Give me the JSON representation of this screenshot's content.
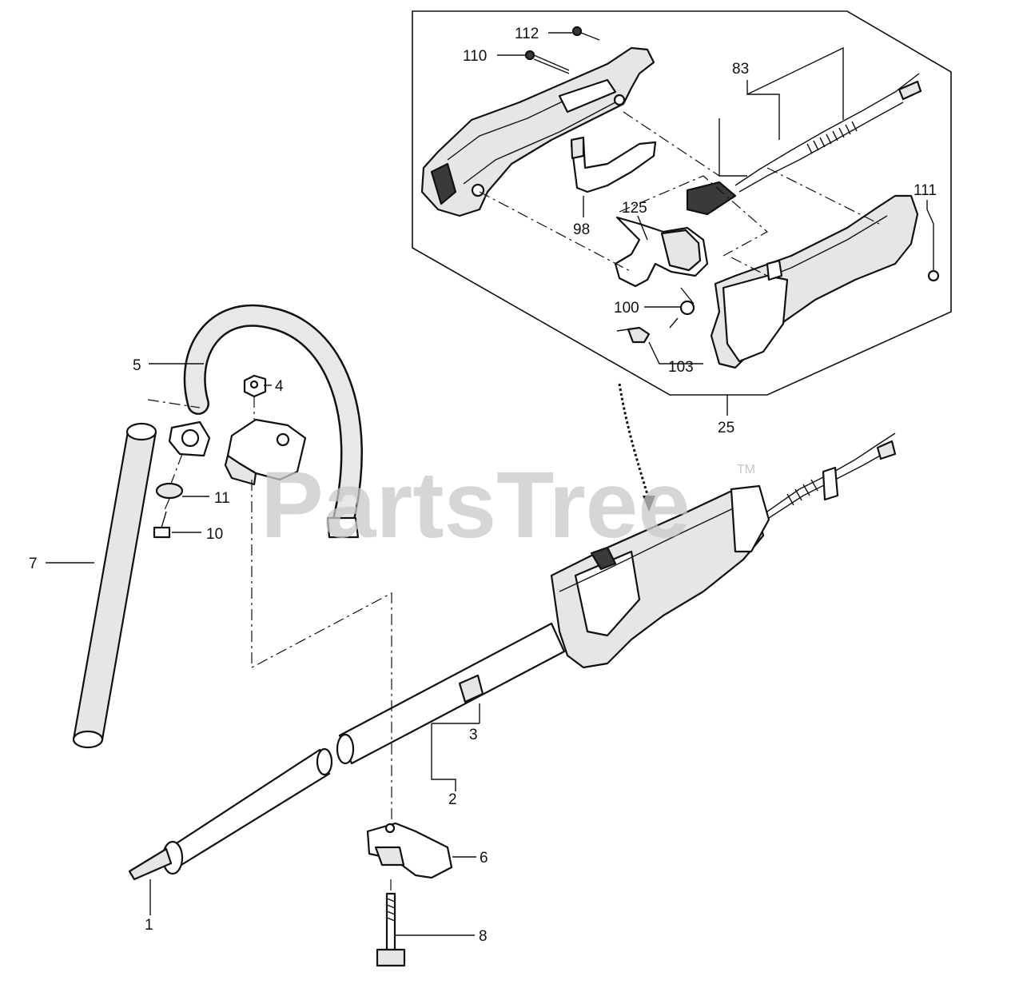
{
  "watermark": {
    "text": "PartsTree",
    "trademark": "TM"
  },
  "callouts": {
    "c1": "1",
    "c2": "2",
    "c3": "3",
    "c4": "4",
    "c5": "5",
    "c6": "6",
    "c7": "7",
    "c8": "8",
    "c10": "10",
    "c11": "11",
    "c25": "25",
    "c83": "83",
    "c98": "98",
    "c100": "100",
    "c103": "103",
    "c110": "110",
    "c111": "111",
    "c112": "112",
    "c125": "125"
  }
}
